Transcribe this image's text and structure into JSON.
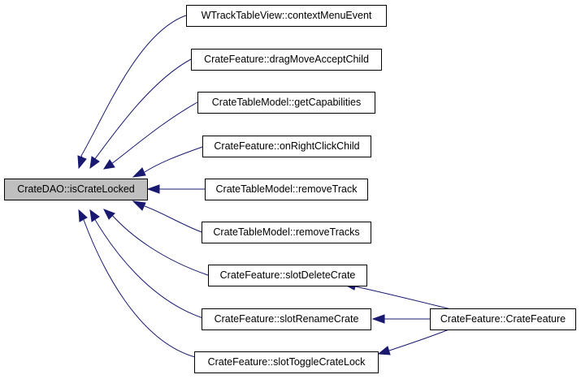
{
  "graph": {
    "colors": {
      "edge": "#191970",
      "node_border": "#000000",
      "focus_fill": "#bfbfbf",
      "node_fill": "#ffffff"
    },
    "nodes": {
      "root": "CrateDAO::isCrateLocked",
      "n1": "WTrackTableView::contextMenuEvent",
      "n2": "CrateFeature::dragMoveAcceptChild",
      "n3": "CrateTableModel::getCapabilities",
      "n4": "CrateFeature::onRightClickChild",
      "n5": "CrateTableModel::removeTrack",
      "n6": "CrateTableModel::removeTracks",
      "n7": "CrateFeature::slotDeleteCrate",
      "n8": "CrateFeature::slotRenameCrate",
      "n9": "CrateFeature::slotToggleCrateLock",
      "n10": "CrateFeature::CrateFeature"
    },
    "edges": [
      {
        "from": "n1",
        "to": "root"
      },
      {
        "from": "n2",
        "to": "root"
      },
      {
        "from": "n3",
        "to": "root"
      },
      {
        "from": "n4",
        "to": "root"
      },
      {
        "from": "n5",
        "to": "root"
      },
      {
        "from": "n6",
        "to": "root"
      },
      {
        "from": "n7",
        "to": "root"
      },
      {
        "from": "n8",
        "to": "root"
      },
      {
        "from": "n9",
        "to": "root"
      },
      {
        "from": "n10",
        "to": "n7"
      },
      {
        "from": "n10",
        "to": "n8"
      },
      {
        "from": "n10",
        "to": "n9"
      }
    ]
  }
}
